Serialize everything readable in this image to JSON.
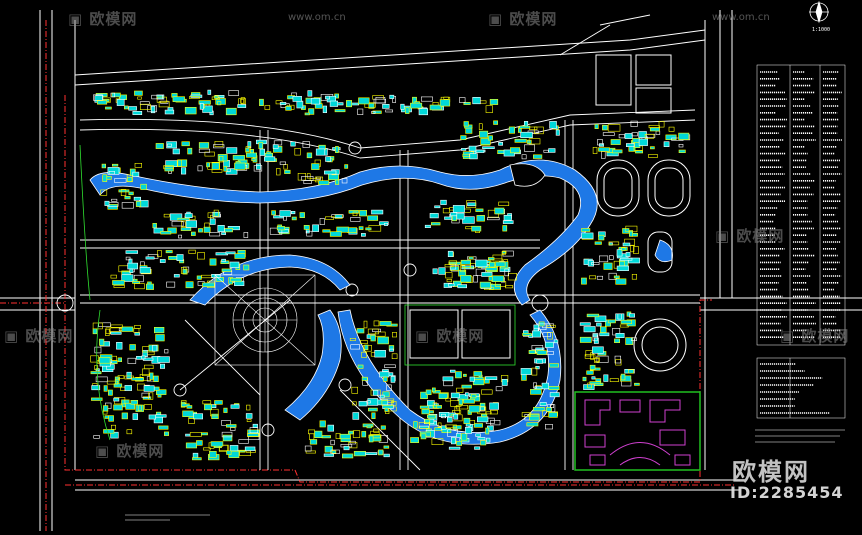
{
  "drawing": {
    "scale_label": "1:1000",
    "colors": {
      "background": "#000000",
      "water": "#1e78e6",
      "road": "#ffffff",
      "building_fill": "#00d8d8",
      "building_line": "#ffff00",
      "boundary": "#ff3030",
      "sports_field": "#ffffff",
      "district_purple": "#d040d0",
      "district_green": "#20c020",
      "green_outline": "#30e030"
    },
    "icons": [
      "north-arrow-icon",
      "logo-icon"
    ]
  },
  "watermarks": {
    "logo_text": "欧模网",
    "url_text": "www.om.cn",
    "big_text": "欧模网",
    "id_text": "ID:2285454"
  }
}
